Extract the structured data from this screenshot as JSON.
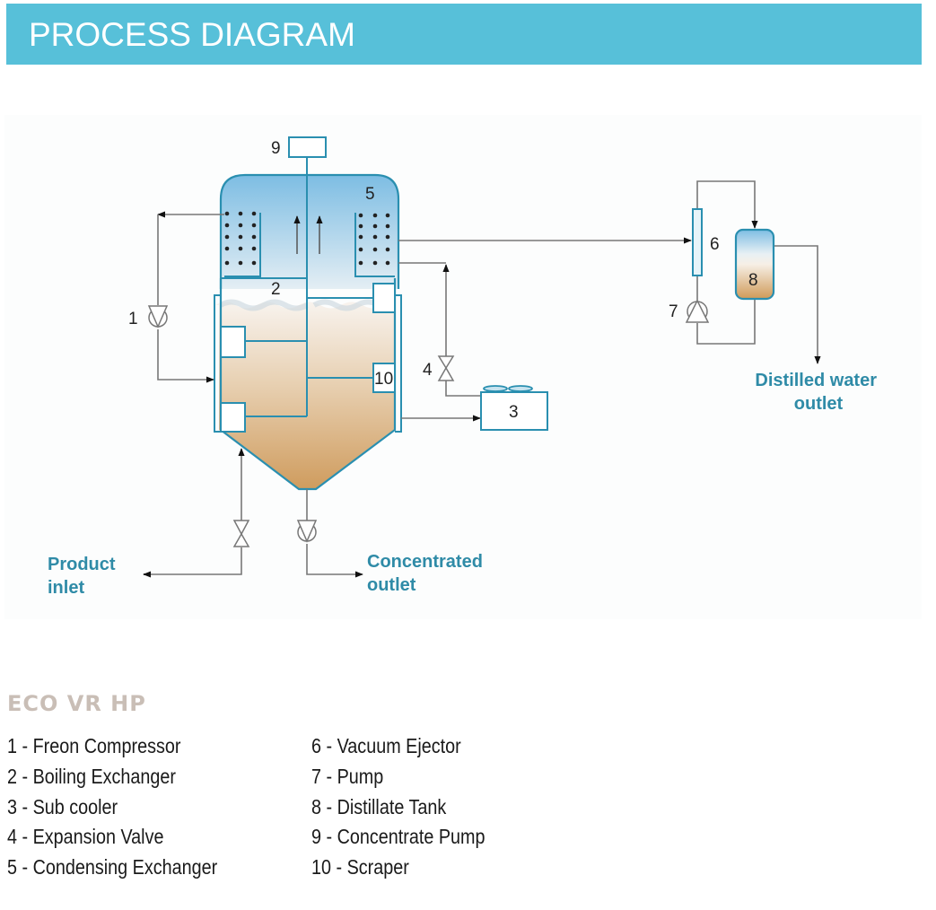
{
  "header": {
    "title": "PROCESS DIAGRAM"
  },
  "colors": {
    "header_bg": "#57c0d9",
    "vessel_outline": "#2a8fb0",
    "vapor_top": "#7dbde3",
    "liquid": "#d3a46c",
    "flow_label": "#2f8ba7",
    "model_title": "#c9beb6"
  },
  "diagram": {
    "component_numbers": {
      "c1": "1",
      "c2": "2",
      "c3": "3",
      "c4": "4",
      "c5": "5",
      "c6": "6",
      "c7": "7",
      "c8": "8",
      "c9": "9",
      "c10": "10"
    },
    "flows": {
      "product_inlet": [
        "Product",
        "inlet"
      ],
      "concentrated_outlet": [
        "Concentrated",
        "outlet"
      ],
      "distilled_water_outlet": [
        "Distilled water",
        "outlet"
      ]
    }
  },
  "model": {
    "name": "ECO VR HP"
  },
  "legend": {
    "left": [
      "1 - Freon Compressor",
      "2 - Boiling Exchanger",
      "3 - Sub cooler",
      "4 - Expansion Valve",
      "5 - Condensing Exchanger"
    ],
    "right": [
      "6 - Vacuum Ejector",
      "7 - Pump",
      "8 - Distillate Tank",
      "9 - Concentrate Pump",
      "10 - Scraper"
    ]
  }
}
